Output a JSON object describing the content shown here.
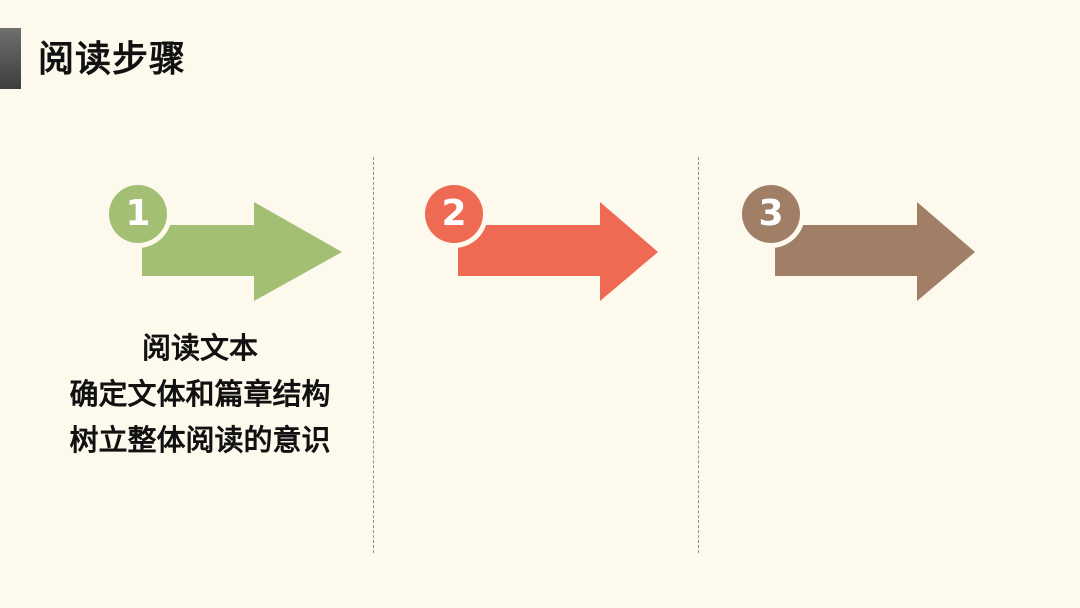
{
  "slide": {
    "title": "阅读步骤",
    "steps": [
      {
        "number": "1",
        "color": "#a3bf73",
        "lines": [
          "阅读文本",
          "确定文体和篇章结构",
          "树立整体阅读的意识"
        ]
      },
      {
        "number": "2",
        "color": "#ef6a52",
        "lines": []
      },
      {
        "number": "3",
        "color": "#a17f67",
        "lines": []
      }
    ]
  }
}
